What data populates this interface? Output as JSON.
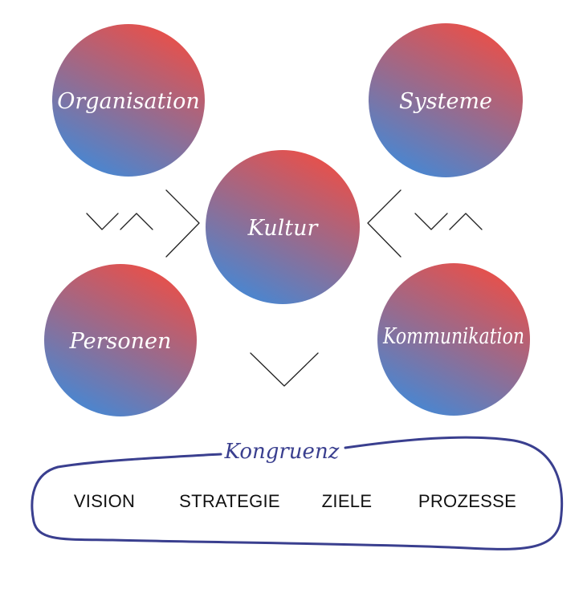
{
  "circles": {
    "organisation": "Organisation",
    "systeme": "Systeme",
    "kultur": "Kultur",
    "personen": "Personen",
    "kommunikation": "Kommunikation"
  },
  "frame": {
    "title": "Kongruenz",
    "items": [
      "VISION",
      "STRATEGIE",
      "ZIELE",
      "PROZESSE"
    ]
  },
  "colors": {
    "gradient_top": "#e8504a",
    "gradient_bottom": "#4a86d0",
    "frame_stroke": "#3a3f8f"
  }
}
